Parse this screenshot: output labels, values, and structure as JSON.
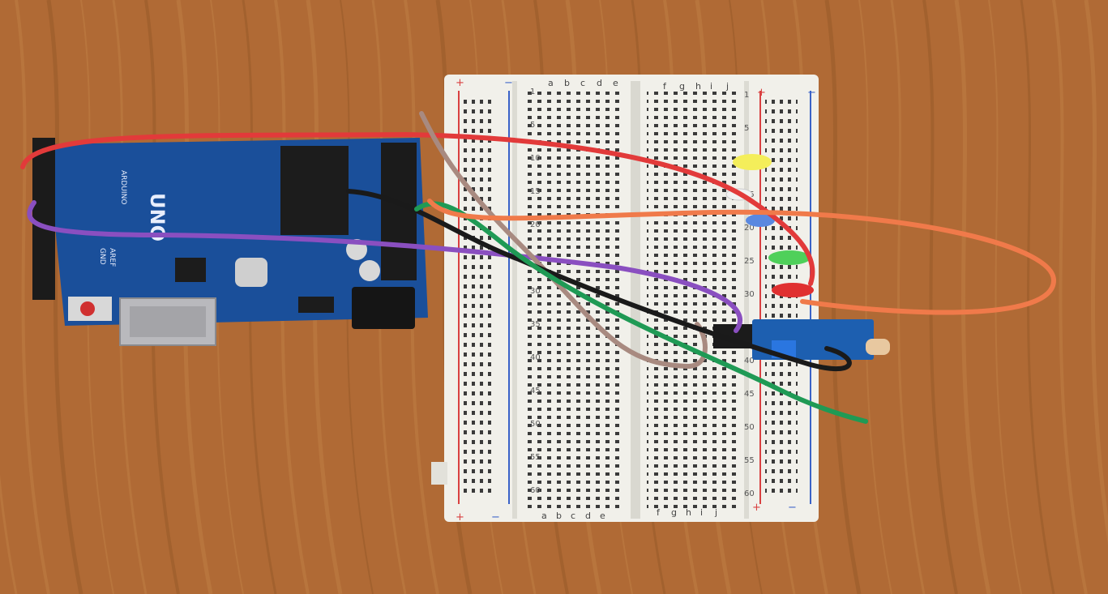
{
  "photo": {
    "subject": "Arduino UNO connected to a solderless breadboard with five LEDs and a light sensor module",
    "colors": {
      "wood_base": "#b06a35",
      "wood_light": "#c98a4e",
      "wood_dark": "#8a4f22",
      "breadboard": "#f1f0ea",
      "rail_red": "#d94040",
      "rail_blue": "#3a62c8",
      "arduino_blue": "#1a4f9a",
      "sensor_blue": "#1d5fb0",
      "wire_red": "#e23a3a",
      "wire_purple": "#8a4fc0",
      "wire_brown": "#a88a80",
      "wire_black": "#1a1a1a",
      "wire_green": "#1f9a55",
      "wire_orange": "#f07a4a"
    }
  },
  "arduino": {
    "model_label": "UNO",
    "brand_label": "ARDUINO",
    "pin_labels": [
      "AREF",
      "GND"
    ]
  },
  "breadboard": {
    "column_letters_left": [
      "a",
      "b",
      "c",
      "d",
      "e"
    ],
    "column_letters_right": [
      "f",
      "g",
      "h",
      "i",
      "j"
    ],
    "row_numbers": [
      "1",
      "5",
      "10",
      "15",
      "20",
      "25",
      "30",
      "35",
      "40",
      "45",
      "50",
      "55",
      "60"
    ],
    "rail_plus": "+",
    "rail_minus": "−"
  },
  "leds": [
    "yellow",
    "white",
    "blue",
    "green",
    "red"
  ],
  "sensor_module": {
    "name": "photoresistor-module"
  }
}
